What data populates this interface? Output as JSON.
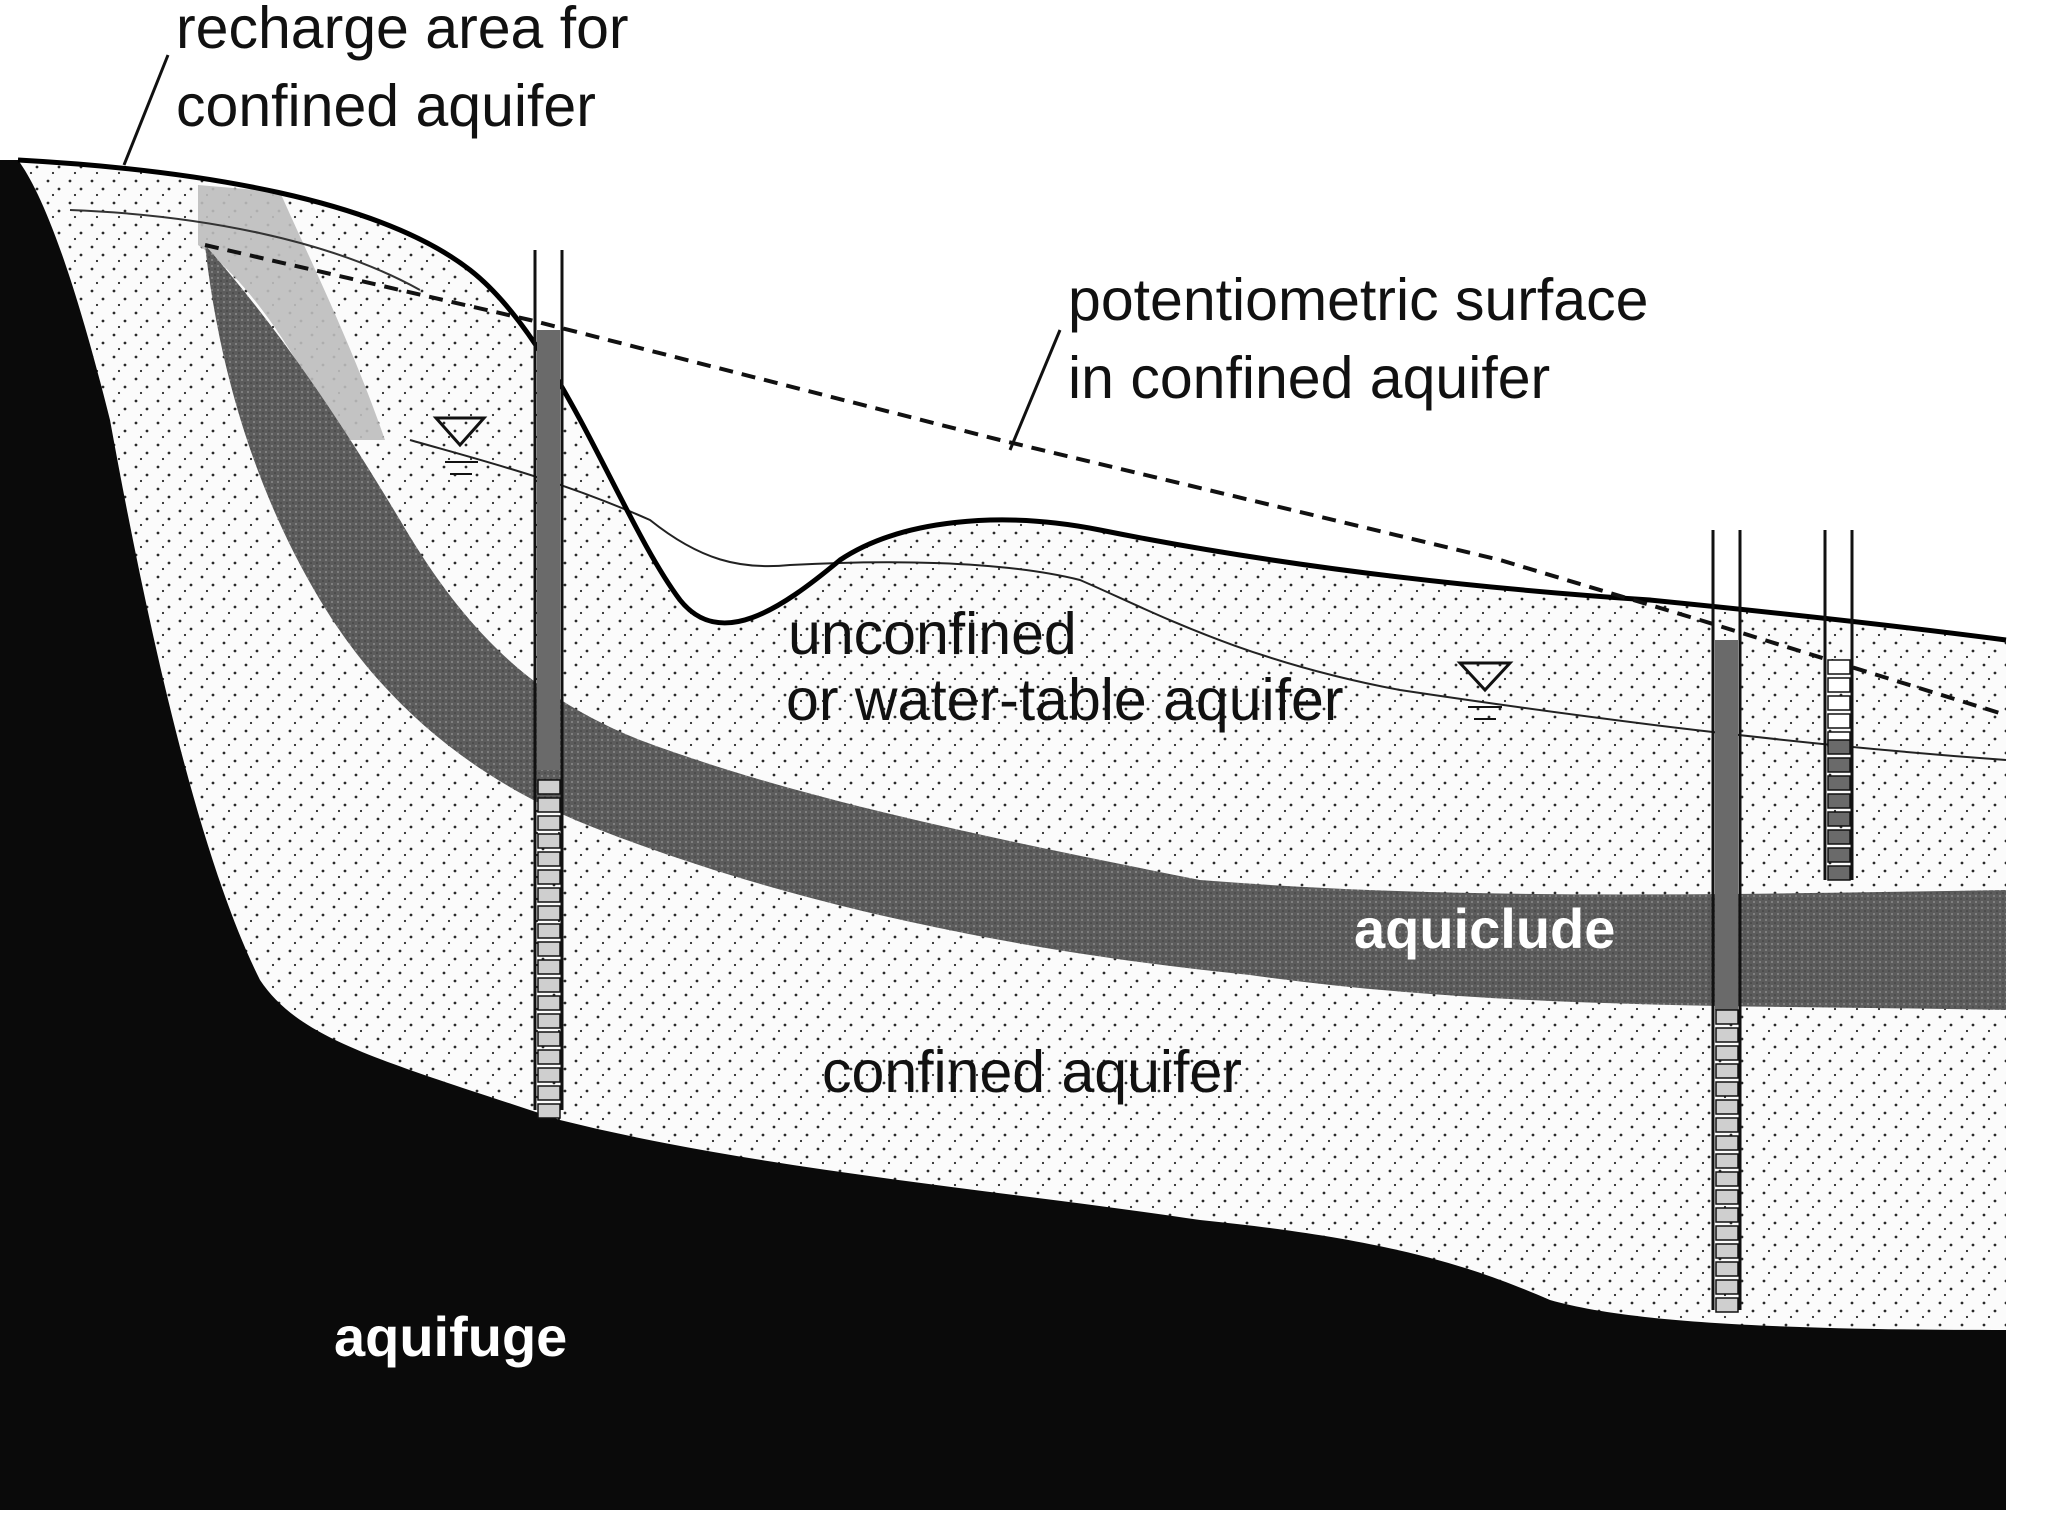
{
  "labels": {
    "recharge_line1": "recharge area for",
    "recharge_line2": "confined aquifer",
    "potentiometric_line1": "potentiometric surface",
    "potentiometric_line2": "in confined aquifer",
    "unconfined_line1": "unconfined",
    "unconfined_line2": "or water-table aquifer",
    "aquiclude": "aquiclude",
    "confined_aquifer": "confined aquifer",
    "aquifuge": "aquifuge"
  },
  "colors": {
    "aquifuge": "#0a0a0a",
    "aquiclude": "#595959",
    "recharge_zone": "#bdbdbd",
    "sand": "#f7f7f7",
    "dots": "#2a2a2a"
  }
}
